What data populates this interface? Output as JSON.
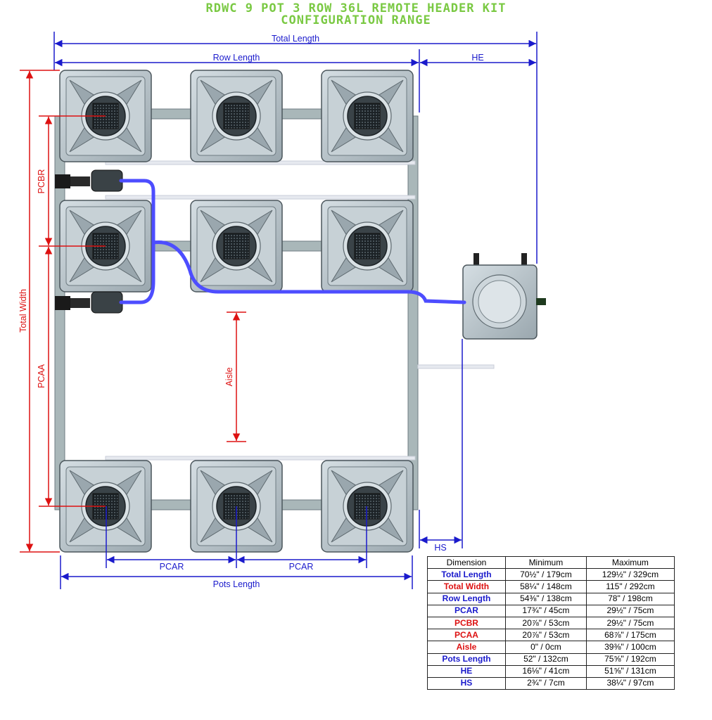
{
  "title": {
    "line1": "RDWC 9 POT 3 ROW 36L REMOTE HEADER KIT",
    "line2": "CONFIGURATION RANGE"
  },
  "colors": {
    "title": "#7ac943",
    "blue_dim": "#1a1acc",
    "red_dim": "#dd1111",
    "hose": "#4d4dff",
    "pipe": "#a9b7b9",
    "pot": "#b8c5cc",
    "pot_dark": "#2b3338"
  },
  "labels": {
    "total_length": "Total Length",
    "row_length": "Row Length",
    "he": "HE",
    "hs": "HS",
    "total_width": "Total Width",
    "pcbr": "PCBR",
    "pcaa": "PCAA",
    "aisle": "Aisle",
    "pcar_left": "PCAR",
    "pcar_right": "PCAR",
    "pots_length": "Pots Length"
  },
  "table": {
    "headers": [
      "Dimension",
      "Minimum",
      "Maximum"
    ],
    "rows": [
      {
        "name": "Total Length",
        "color": "blue",
        "min": "70½\" / 179cm",
        "max": "129½\" / 329cm"
      },
      {
        "name": "Total Width",
        "color": "red",
        "min": "58¼\" / 148cm",
        "max": "115\" / 292cm"
      },
      {
        "name": "Row Length",
        "color": "blue",
        "min": "54⅜\" / 138cm",
        "max": "78\" / 198cm"
      },
      {
        "name": "PCAR",
        "color": "blue",
        "min": "17¾\" / 45cm",
        "max": "29½\" / 75cm"
      },
      {
        "name": "PCBR",
        "color": "red",
        "min": "20⅞\" / 53cm",
        "max": "29½\" / 75cm"
      },
      {
        "name": "PCAA",
        "color": "red",
        "min": "20⅞\" / 53cm",
        "max": "68⅞\" / 175cm"
      },
      {
        "name": "Aisle",
        "color": "red",
        "min": "0\" / 0cm",
        "max": "39⅜\" / 100cm"
      },
      {
        "name": "Pots Length",
        "color": "blue",
        "min": "52\" / 132cm",
        "max": "75⅝\" / 192cm"
      },
      {
        "name": "HE",
        "color": "blue",
        "min": "16⅛\" / 41cm",
        "max": "51⅝\" / 131cm"
      },
      {
        "name": "HS",
        "color": "blue",
        "min": "2¾\" / 7cm",
        "max": "38¼\" / 97cm"
      }
    ]
  }
}
